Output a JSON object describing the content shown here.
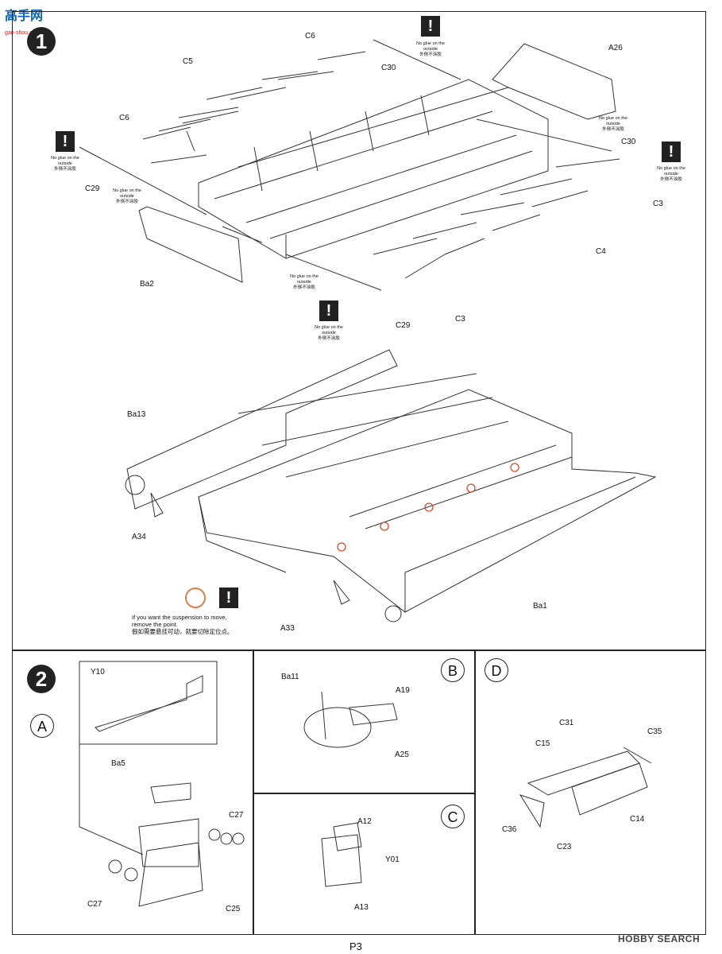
{
  "watermark": {
    "brand_cn": "高手网",
    "brand_url": "gan-shou.com",
    "search": "HOBBY SEARCH"
  },
  "page_number": "P3",
  "steps": [
    "1",
    "2"
  ],
  "sub_steps": [
    "A",
    "B",
    "C",
    "D"
  ],
  "warning_symbol": "!",
  "warning_note": {
    "en": "No glue on the outside",
    "cn": "外侧不涂胶"
  },
  "suspension_note": {
    "en1": "If you want the suspension to move,",
    "en2": "remove the point.",
    "cn": "假如需要悬挂可动，就要切除定位点。"
  },
  "step1_labels": {
    "c6_top": "C6",
    "c5": "C5",
    "c6_left": "C6",
    "c29_left": "C29",
    "c30_top": "C30",
    "a26": "A26",
    "c30_right": "C30",
    "c3_right": "C3",
    "c4": "C4",
    "c3_bottom": "C3",
    "ba2": "Ba2",
    "c29_bottom": "C29",
    "ba13": "Ba13",
    "a34": "A34",
    "a33": "A33",
    "ba1": "Ba1"
  },
  "step2_labels": {
    "y10": "Y10",
    "ba5": "Ba5",
    "c27_right": "C27",
    "c27_left": "C27",
    "c25": "C25",
    "ba11": "Ba11",
    "a19": "A19",
    "a25": "A25",
    "a12": "A12",
    "y01": "Y01",
    "a13": "A13",
    "c31": "C31",
    "c35": "C35",
    "c15": "C15",
    "c14": "C14",
    "c36": "C36",
    "c23": "C23"
  },
  "icons": [
    "exclamation-icon",
    "no-locator-icon"
  ]
}
